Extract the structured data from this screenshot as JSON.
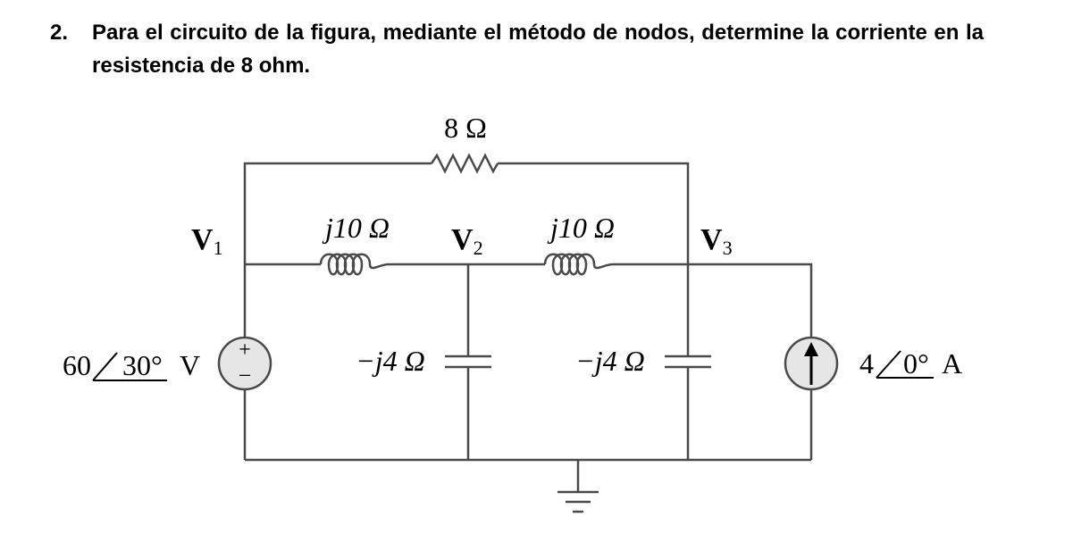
{
  "problem": {
    "number": "2.",
    "text": "Para el circuito de la figura, mediante el método de nodos, determine la corriente en la resistencia de 8 ohm."
  },
  "circuit": {
    "resistor_label": "8 Ω",
    "inductor_left_label": "j10 Ω",
    "inductor_right_label": "j10 Ω",
    "capacitor_left_label": "−j4 Ω",
    "capacitor_right_label": "−j4 Ω",
    "node1": {
      "letter": "V",
      "sub": "1"
    },
    "node2": {
      "letter": "V",
      "sub": "2"
    },
    "node3": {
      "letter": "V",
      "sub": "3"
    },
    "voltage_source": {
      "magnitude": "60",
      "angle": "30°",
      "unit": "V",
      "plus": "+",
      "minus": "−"
    },
    "current_source": {
      "magnitude": "4",
      "angle": "0°",
      "unit": "A"
    }
  }
}
